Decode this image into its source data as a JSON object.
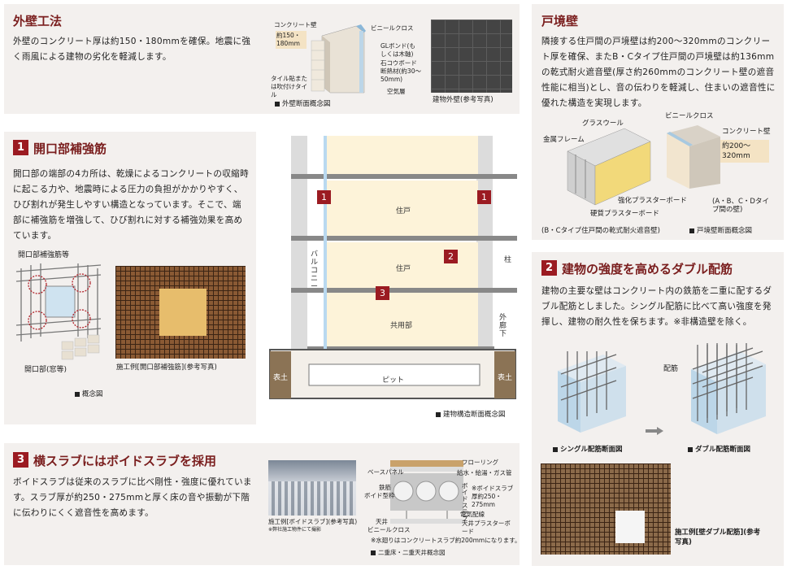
{
  "exterior": {
    "title": "外壁工法",
    "body": "外壁のコンクリート厚は約150・180mmを確保。地震に強く雨風による建物の劣化を軽減します。",
    "diagram_labels": {
      "concrete": "コンクリート壁",
      "thickness": "約150・180mm",
      "tile": "タイル貼または吹付けタイル",
      "vinyl": "ビニールクロス",
      "gl": "GLボンド(もしくは木軸)",
      "gypsum": "石コウボード",
      "insulation": "断熱材(約30〜50mm)",
      "air": "空気層"
    },
    "caption_diagram": "外壁断面概念図",
    "caption_photo": "建物外壁(参考写真)"
  },
  "section1": {
    "num": "1",
    "title": "開口部補強筋",
    "body": "開口部の端部の4カ所は、乾燥によるコンクリートの収縮時に起こる力や、地震時による圧力の負担がかかりやすく、ひび割れが発生しやすい構造となっています。そこで、端部に補強筋を増強して、ひび割れに対する補強効果を高めています。",
    "label_rebar": "開口部補強筋等",
    "label_window": "開口部(窓等)",
    "caption_diagram": "概念図",
    "caption_photo": "施工例[開口部補強筋](参考写真)"
  },
  "building": {
    "labels": {
      "unit_upper": "住戸",
      "unit_lower": "住戸",
      "common": "共用部",
      "pit": "ピット",
      "balcony": "バルコニー",
      "column": "柱",
      "outer_corridor": "外廊下",
      "soil_left": "表土",
      "soil_right": "表土"
    },
    "badges": [
      "1",
      "1",
      "2",
      "3"
    ],
    "caption": "建物構造断面概念図"
  },
  "boundary": {
    "title": "戸境壁",
    "body": "隣接する住戸間の戸境壁は約200〜320mmのコンクリート厚を確保、またB・Cタイプ住戸間の戸境壁は約136mmの乾式耐火遮音壁(厚さ約260mmのコンクリート壁の遮音性能に相当)とし、音の伝わりを軽減し、住まいの遮音性に優れた構造を実現します。",
    "labels": {
      "glasswool": "グラスウール",
      "metal": "金属フレーム",
      "reinforced": "強化プラスターボード",
      "hard": "硬質プラスターボード",
      "vinyl": "ビニールクロス",
      "concrete": "コンクリート壁",
      "thickness": "約200〜320mm",
      "types": "(A・B、C・Dタイプ間の壁)"
    },
    "caption_left": "(B・Cタイプ住戸間の乾式耐火遮音壁)",
    "caption_right": "戸境壁断面概念図"
  },
  "section2": {
    "num": "2",
    "title": "建物の強度を高めるダブル配筋",
    "body": "建物の主要な壁はコンクリート内の鉄筋を二重に配するダブル配筋としました。シングル配筋に比べて高い強度を発揮し、建物の耐久性を保ちます。※非構造壁を除く。",
    "label_rebar": "配筋",
    "caption_single": "シングル配筋断面図",
    "caption_double": "ダブル配筋断面図",
    "caption_photo": "施工例[壁ダブル配筋](参考写真)"
  },
  "section3": {
    "num": "3",
    "title": "横スラブにはボイドスラブを採用",
    "body": "ボイドスラブは従来のスラブに比べ剛性・強度に優れています。スラブ厚が約250・275mmと厚く床の音や振動が下階に伝わりにくく遮音性を高めます。",
    "caption_photo": "施工例[ボイドスラブ](参考写真)",
    "photo_note": "※弊社施工物件にて撮影",
    "labels": {
      "flooring": "フローリング",
      "base": "ベースパネル",
      "pipes": "給水・給湯・ガス管",
      "rebar": "鉄筋",
      "void_frame": "ボイド型枠",
      "void_slab": "ボイドスラブ",
      "slab_thickness": "※ボイドスラブ厚約250・275mm",
      "wiring": "電気配線",
      "ceiling": "天井",
      "vinyl": "ビニールクロス",
      "ceiling_board": "天井プラスターボード",
      "note": "※水廻りはコンクリートスラブ約200mmになります。"
    },
    "caption_diagram": "二重床・二重天井概念図"
  }
}
